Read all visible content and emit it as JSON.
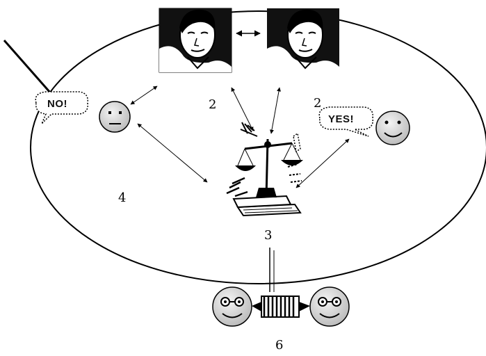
{
  "diagram": {
    "labels": {
      "photo_left": "2",
      "photo_right": "2",
      "justice": "3",
      "outside_left": "4",
      "bottom": "6"
    },
    "bubbles": {
      "no": "NO!",
      "yes": "YES!"
    }
  }
}
